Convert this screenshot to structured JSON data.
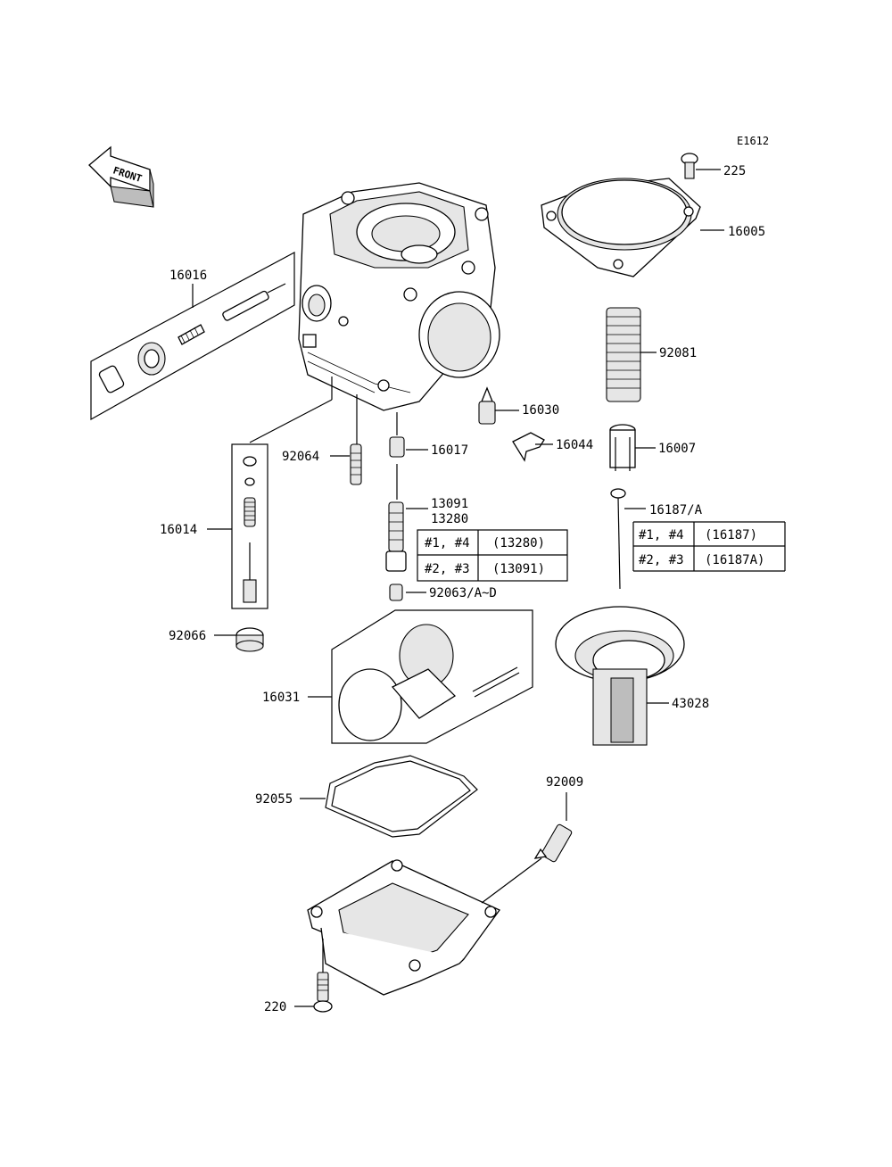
{
  "diagram": {
    "ref_code": "E1612",
    "front_label": "FRONT",
    "parts": [
      {
        "id": "p225",
        "label": "225"
      },
      {
        "id": "p16005",
        "label": "16005"
      },
      {
        "id": "p16016",
        "label": "16016"
      },
      {
        "id": "p92081",
        "label": "92081"
      },
      {
        "id": "p16030",
        "label": "16030"
      },
      {
        "id": "p92064",
        "label": "92064"
      },
      {
        "id": "p16017",
        "label": "16017"
      },
      {
        "id": "p16044",
        "label": "16044"
      },
      {
        "id": "p16007",
        "label": "16007"
      },
      {
        "id": "p16014",
        "label": "16014"
      },
      {
        "id": "p13091",
        "label": "13091"
      },
      {
        "id": "p13280",
        "label": "13280"
      },
      {
        "id": "p16187",
        "label": "16187/A"
      },
      {
        "id": "p92063",
        "label": "92063/A~D"
      },
      {
        "id": "p92066",
        "label": "92066"
      },
      {
        "id": "p16031",
        "label": "16031"
      },
      {
        "id": "p43028",
        "label": "43028"
      },
      {
        "id": "p92009",
        "label": "92009"
      },
      {
        "id": "p92055",
        "label": "92055"
      },
      {
        "id": "p220",
        "label": "220"
      }
    ],
    "tables": [
      {
        "id": "jet-table",
        "rows": [
          {
            "cyl": "#1, #4",
            "part": "(13280)"
          },
          {
            "cyl": "#2, #3",
            "part": "(13091)"
          }
        ]
      },
      {
        "id": "needle-table",
        "rows": [
          {
            "cyl": "#1, #4",
            "part": "(16187)"
          },
          {
            "cyl": "#2, #3",
            "part": "(16187A)"
          }
        ]
      }
    ]
  }
}
